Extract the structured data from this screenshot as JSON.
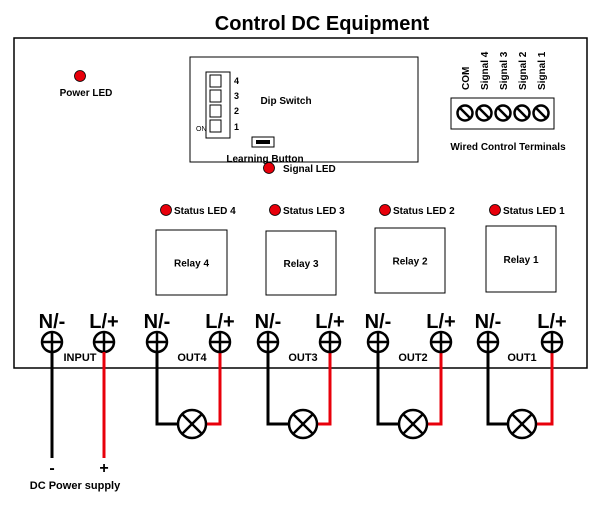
{
  "title": "Control DC Equipment",
  "power_led_label": "Power LED",
  "dip_switch": {
    "label": "Dip Switch",
    "numbers": [
      "4",
      "3",
      "2",
      "1"
    ],
    "on_label": "ON"
  },
  "learning_button_label": "Learning Button",
  "signal_led_label": "Signal LED",
  "wired_terminals": {
    "label": "Wired Control Terminals",
    "pins": [
      "COM",
      "Signal 4",
      "Signal 3",
      "Signal 2",
      "Signal 1"
    ]
  },
  "status_leds": [
    "Status LED 4",
    "Status LED 3",
    "Status LED 2",
    "Status LED 1"
  ],
  "relays": [
    "Relay 4",
    "Relay 3",
    "Relay 2",
    "Relay 1"
  ],
  "terminal_neg": "N/-",
  "terminal_pos": "L/+",
  "input_label": "INPUT",
  "outputs": [
    "OUT4",
    "OUT3",
    "OUT2",
    "OUT1"
  ],
  "supply": {
    "neg": "-",
    "pos": "+",
    "label": "DC Power supply"
  },
  "colors": {
    "led": "#e8000b",
    "positive_wire": "#e8000b",
    "negative_wire": "#000000"
  }
}
